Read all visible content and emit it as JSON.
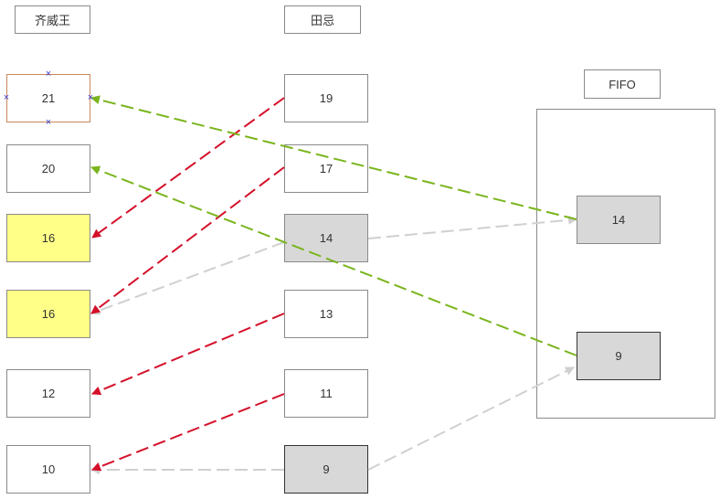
{
  "headers": {
    "left": "齐威王",
    "middle": "田忌",
    "fifo": "FIFO"
  },
  "left_nodes": [
    "21",
    "20",
    "16",
    "16",
    "12",
    "10"
  ],
  "middle_nodes": [
    "19",
    "17",
    "14",
    "13",
    "11",
    "9"
  ],
  "fifo_nodes": [
    "14",
    "9"
  ],
  "colors": {
    "red": "#d4102a",
    "green": "#7ab51d",
    "gray": "#d0d0d0",
    "yellow": "#ffff88"
  }
}
